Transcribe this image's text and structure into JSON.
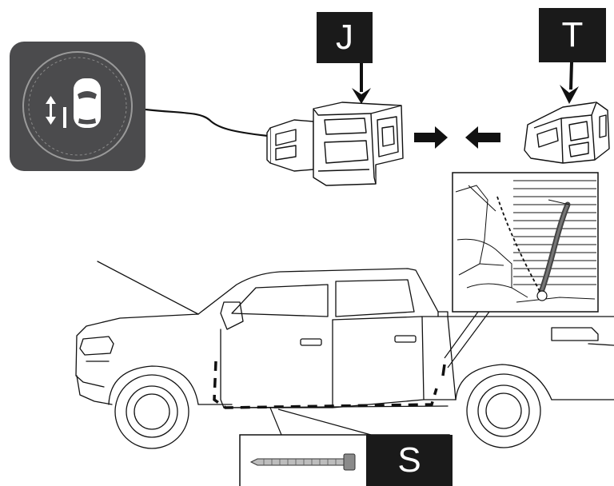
{
  "labels": {
    "connector_j": "J",
    "connector_t": "T",
    "cable_tie": "S"
  },
  "icons": {
    "switch_button": "vehicle-level-switch-icon",
    "connector_j": "plug-connector-icon",
    "connector_t": "socket-connector-icon",
    "cable_tie": "cable-tie-icon"
  },
  "colors": {
    "label_bg": "#1a1a1a",
    "button_bg": "#4b4b4d",
    "line": "#111111"
  }
}
